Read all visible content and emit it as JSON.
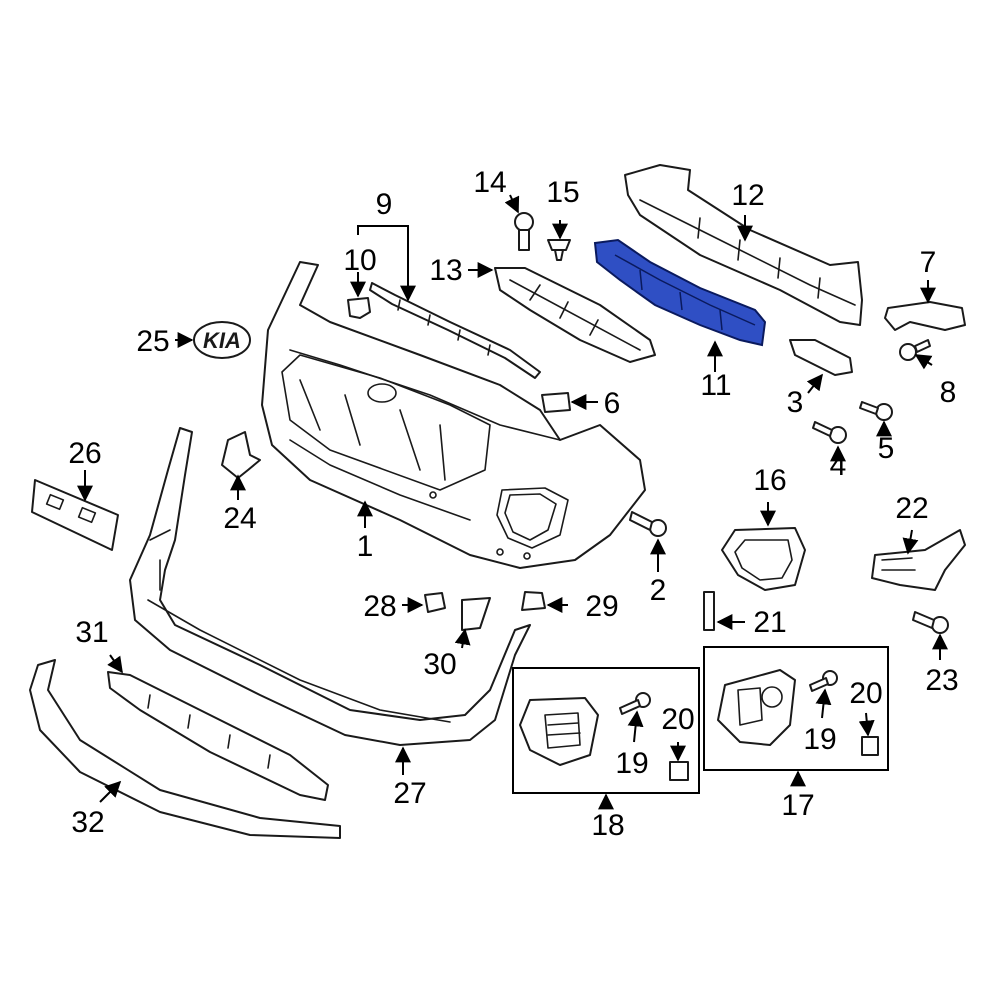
{
  "colors": {
    "line": "#1a1a1a",
    "highlight": "#2f4fc4",
    "background": "#ffffff"
  },
  "logo_text": "KIA",
  "callouts": {
    "c1": "1",
    "c2": "2",
    "c3": "3",
    "c4": "4",
    "c5": "5",
    "c6": "6",
    "c7": "7",
    "c8": "8",
    "c9": "9",
    "c10": "10",
    "c11": "11",
    "c12": "12",
    "c13": "13",
    "c14": "14",
    "c15": "15",
    "c16": "16",
    "c17": "17",
    "c18": "18",
    "c19a": "19",
    "c19b": "19",
    "c20a": "20",
    "c20b": "20",
    "c21": "21",
    "c22": "22",
    "c23": "23",
    "c24": "24",
    "c25": "25",
    "c26": "26",
    "c27": "27",
    "c28": "28",
    "c29": "29",
    "c30": "30",
    "c31": "31",
    "c32": "32"
  }
}
